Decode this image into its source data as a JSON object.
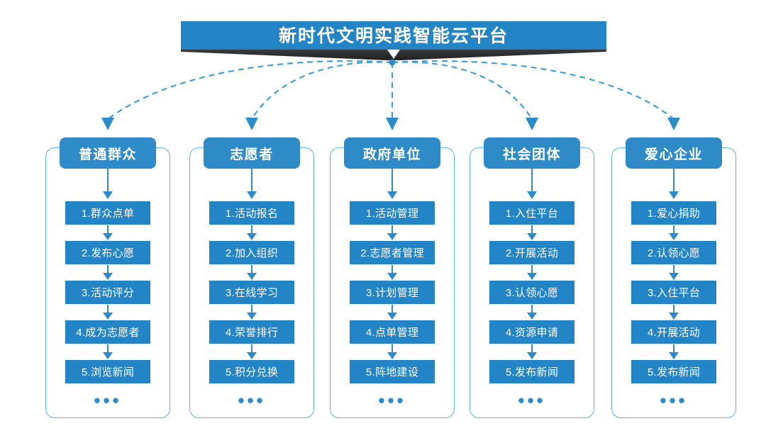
{
  "banner": {
    "title": "新时代文明实践智能云平台",
    "chevron_icon": "chevron-down-icon",
    "bar_color": "#2384c6",
    "shadow_color": "#2b2b2b",
    "title_color": "#ffffff"
  },
  "theme": {
    "box_blue": "#2384c6",
    "header_blue": "#2e8bc8",
    "outline_blue": "#5fb3e0",
    "connector_blue": "#3a9bd5",
    "background": "#ffffff"
  },
  "connectors": {
    "style": "dashed",
    "hub_label": "hub-node",
    "count": 5
  },
  "ellipsis_label": "•••",
  "columns": [
    {
      "header": "普通群众",
      "steps": [
        "1.群众点单",
        "2.发布心愿",
        "3.活动评分",
        "4.成为志愿者",
        "5.浏览新闻"
      ]
    },
    {
      "header": "志愿者",
      "steps": [
        "1.活动报名",
        "2.加入组织",
        "3.在线学习",
        "4.荣誉排行",
        "5.积分兑换"
      ]
    },
    {
      "header": "政府单位",
      "steps": [
        "1.活动管理",
        "2.志愿者管理",
        "3.计划管理",
        "4.点单管理",
        "5.阵地建设"
      ]
    },
    {
      "header": "社会团体",
      "steps": [
        "1.入住平台",
        "2.开展活动",
        "3.认领心愿",
        "4.资源申请",
        "5.发布新闻"
      ]
    },
    {
      "header": "爱心企业",
      "steps": [
        "1.爱心捐助",
        "2.认领心愿",
        "3.入住平台",
        "4.开展活动",
        "5.发布新闻"
      ]
    }
  ]
}
